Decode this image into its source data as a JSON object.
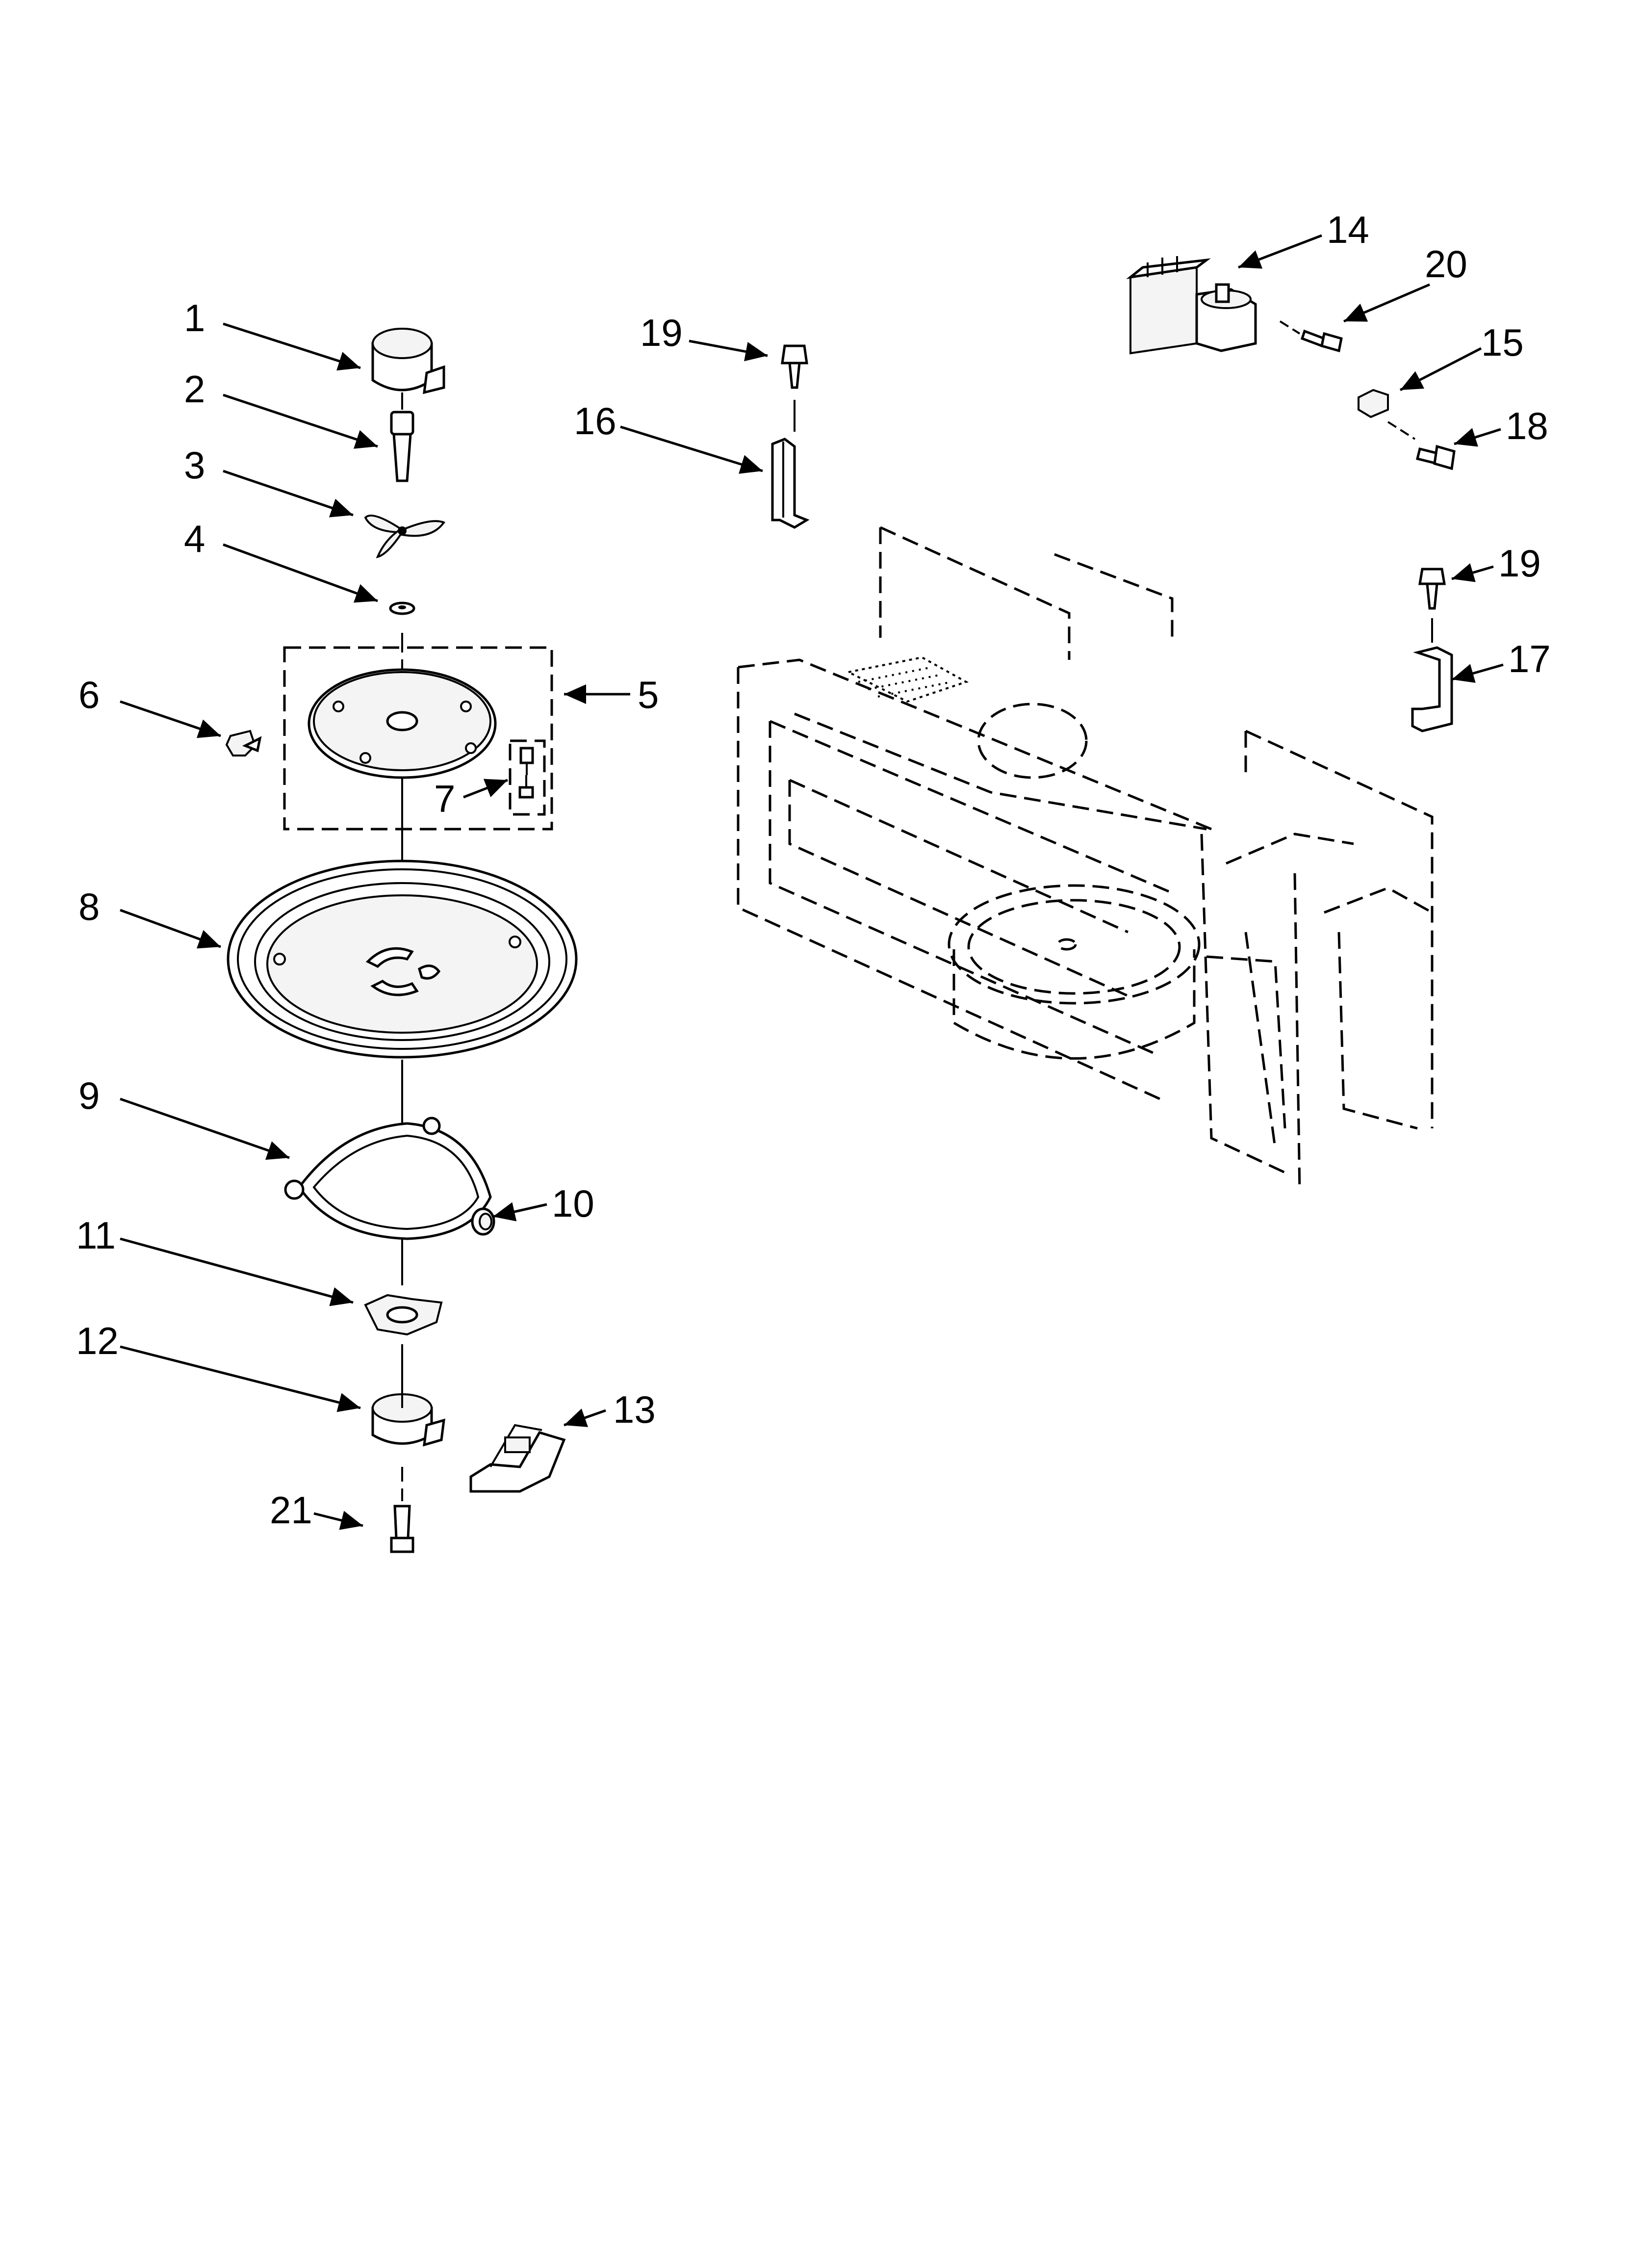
{
  "callouts": [
    {
      "id": "c1",
      "label": "1"
    },
    {
      "id": "c2",
      "label": "2"
    },
    {
      "id": "c3",
      "label": "3"
    },
    {
      "id": "c4",
      "label": "4"
    },
    {
      "id": "c5",
      "label": "5"
    },
    {
      "id": "c6",
      "label": "6"
    },
    {
      "id": "c7",
      "label": "7"
    },
    {
      "id": "c8",
      "label": "8"
    },
    {
      "id": "c9",
      "label": "9"
    },
    {
      "id": "c10",
      "label": "10"
    },
    {
      "id": "c11",
      "label": "11"
    },
    {
      "id": "c12",
      "label": "12"
    },
    {
      "id": "c13",
      "label": "13"
    },
    {
      "id": "c14",
      "label": "14"
    },
    {
      "id": "c15",
      "label": "15"
    },
    {
      "id": "c16",
      "label": "16"
    },
    {
      "id": "c17",
      "label": "17"
    },
    {
      "id": "c18",
      "label": "18"
    },
    {
      "id": "c19a",
      "label": "19"
    },
    {
      "id": "c19b",
      "label": "19"
    },
    {
      "id": "c20",
      "label": "20"
    },
    {
      "id": "c21",
      "label": "21"
    }
  ]
}
